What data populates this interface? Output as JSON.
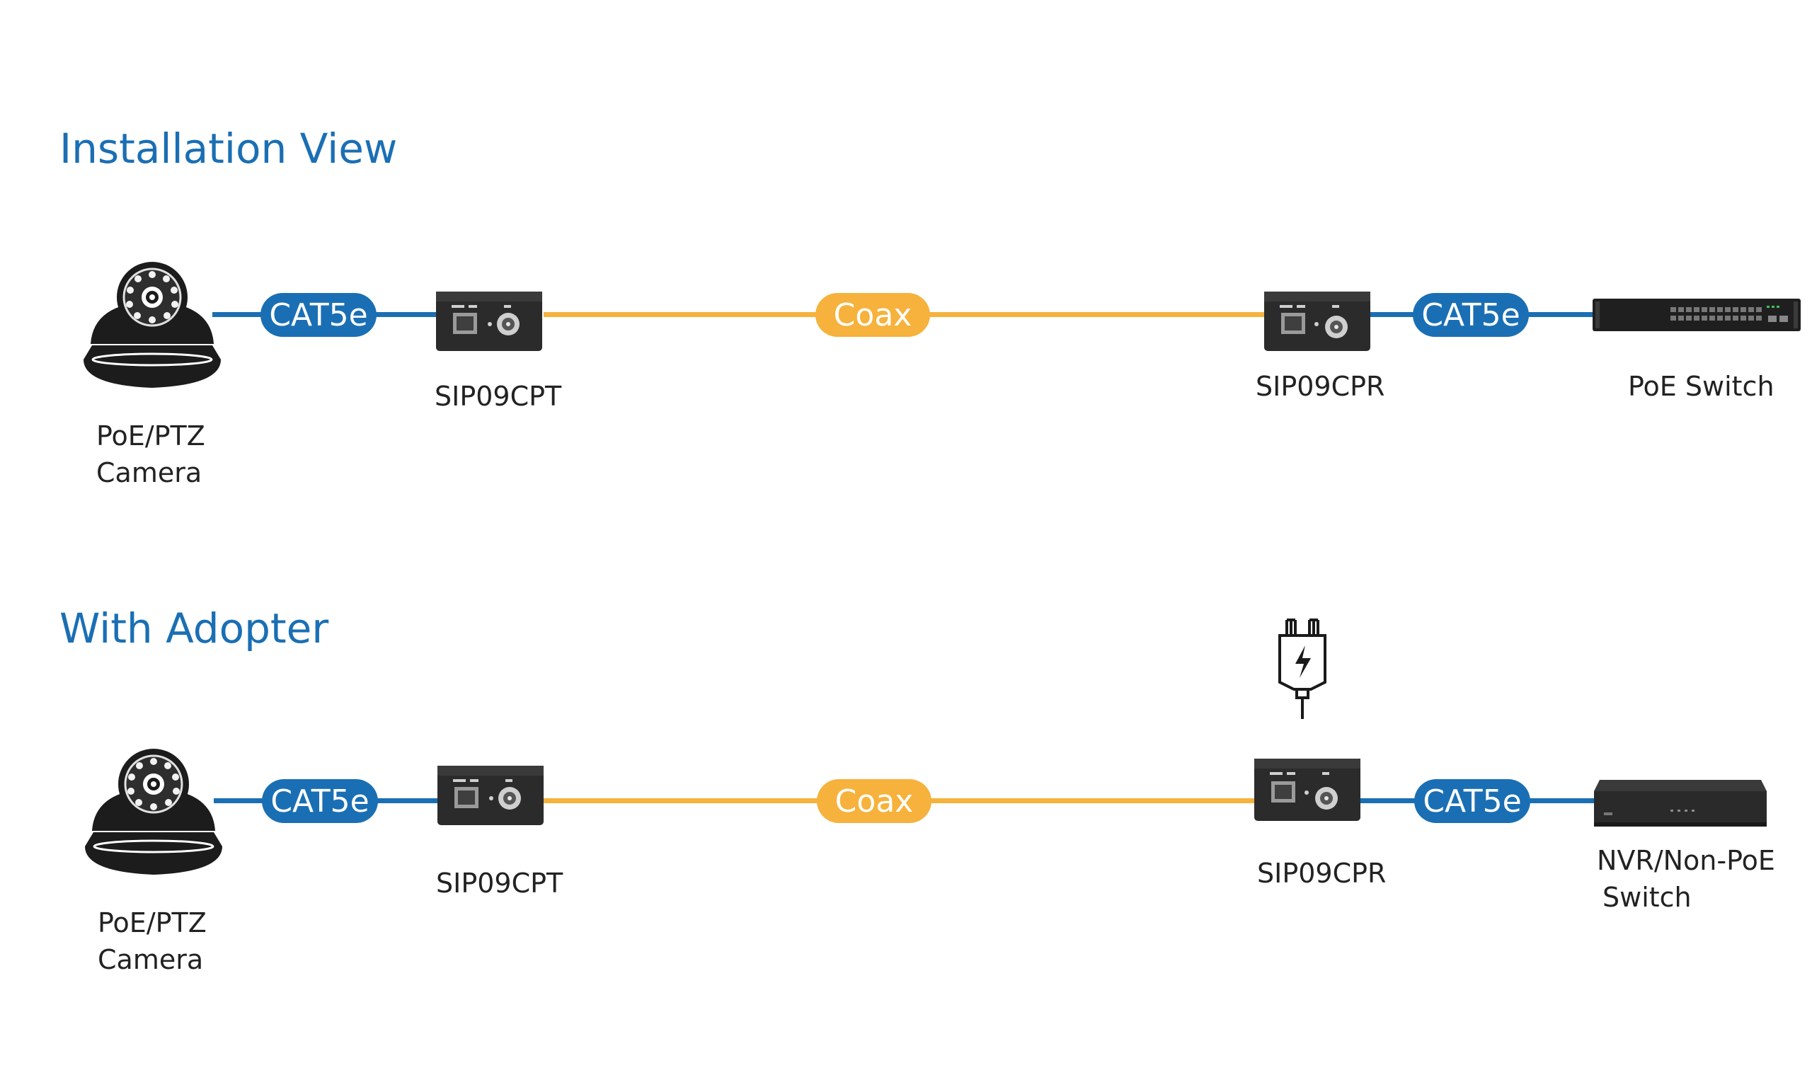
{
  "colors": {
    "accent": "#1a6fb4",
    "cat5e": "#1a6fb4",
    "coax": "#f6b23c",
    "device": "#2b2b2b"
  },
  "icons": [
    "dome-camera-icon",
    "poc-transmitter-icon",
    "poc-receiver-icon",
    "poe-switch-icon",
    "nvr-icon",
    "power-adapter-icon"
  ],
  "installation_view": {
    "title": "Installation View",
    "camera_label_1": "PoE/PTZ",
    "camera_label_2": "Camera",
    "cable_left": "CAT5e",
    "transmitter_label": "SIP09CPT",
    "cable_middle": "Coax",
    "receiver_label": "SIP09CPR",
    "cable_right": "CAT5e",
    "endpoint_label": "PoE Switch"
  },
  "with_adopter": {
    "title": "With Adopter",
    "camera_label_1": "PoE/PTZ",
    "camera_label_2": "Camera",
    "cable_left": "CAT5e",
    "transmitter_label": "SIP09CPT",
    "cable_middle": "Coax",
    "receiver_label": "SIP09CPR",
    "cable_right": "CAT5e",
    "endpoint_label_1": "NVR/Non-PoE",
    "endpoint_label_2": "Switch"
  }
}
